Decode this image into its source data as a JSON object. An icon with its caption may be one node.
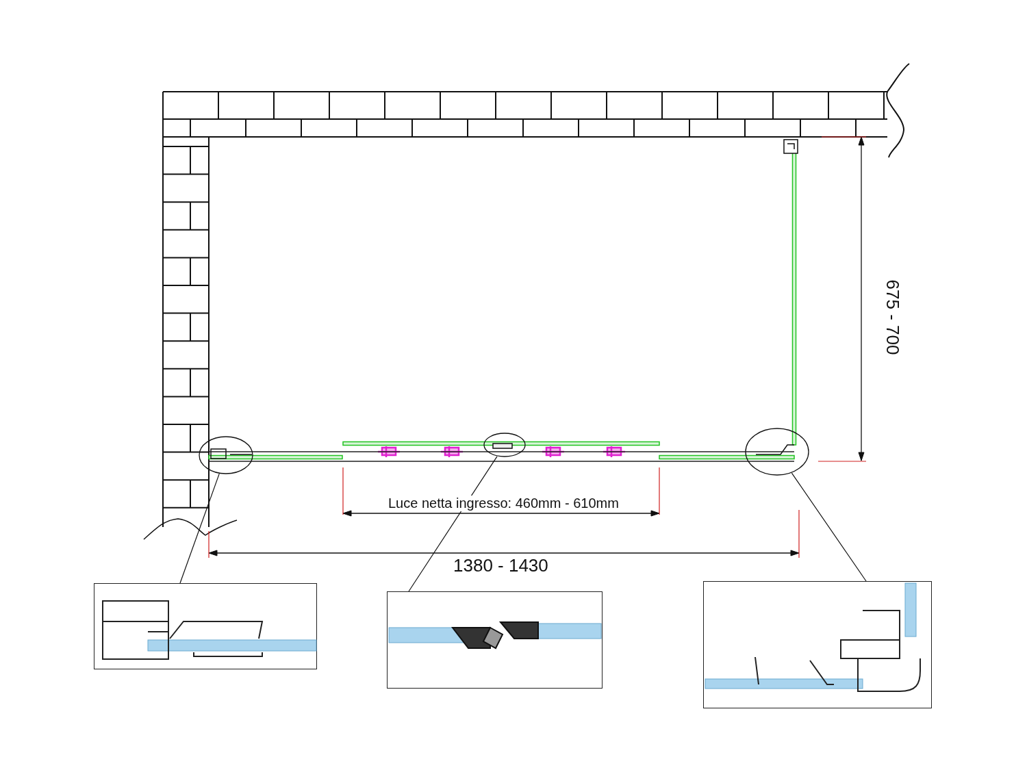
{
  "diagram": {
    "nodes": [
      {
        "text": [],
        "shape": "circle"
      },
      {
        "text": [],
        "shape": "circle"
      },
      {
        "text": [],
        "shape": "circle"
      },
      {
        "text": [],
        "shape": "picture"
      },
      {
        "text": [],
        "shape": "picture"
      },
      {
        "text": [],
        "shape": "picture"
      }
    ],
    "edges": [
      {
        "from": 0,
        "to": 3,
        "arrow": "none"
      },
      {
        "from": 1,
        "to": 4,
        "arrow": "none"
      },
      {
        "from": 2,
        "to": 5,
        "arrow": "none"
      }
    ],
    "labels": [
      "675 - 700",
      "Luce netta ingresso: 460mm - 610mm",
      "1380 - 1430"
    ]
  }
}
